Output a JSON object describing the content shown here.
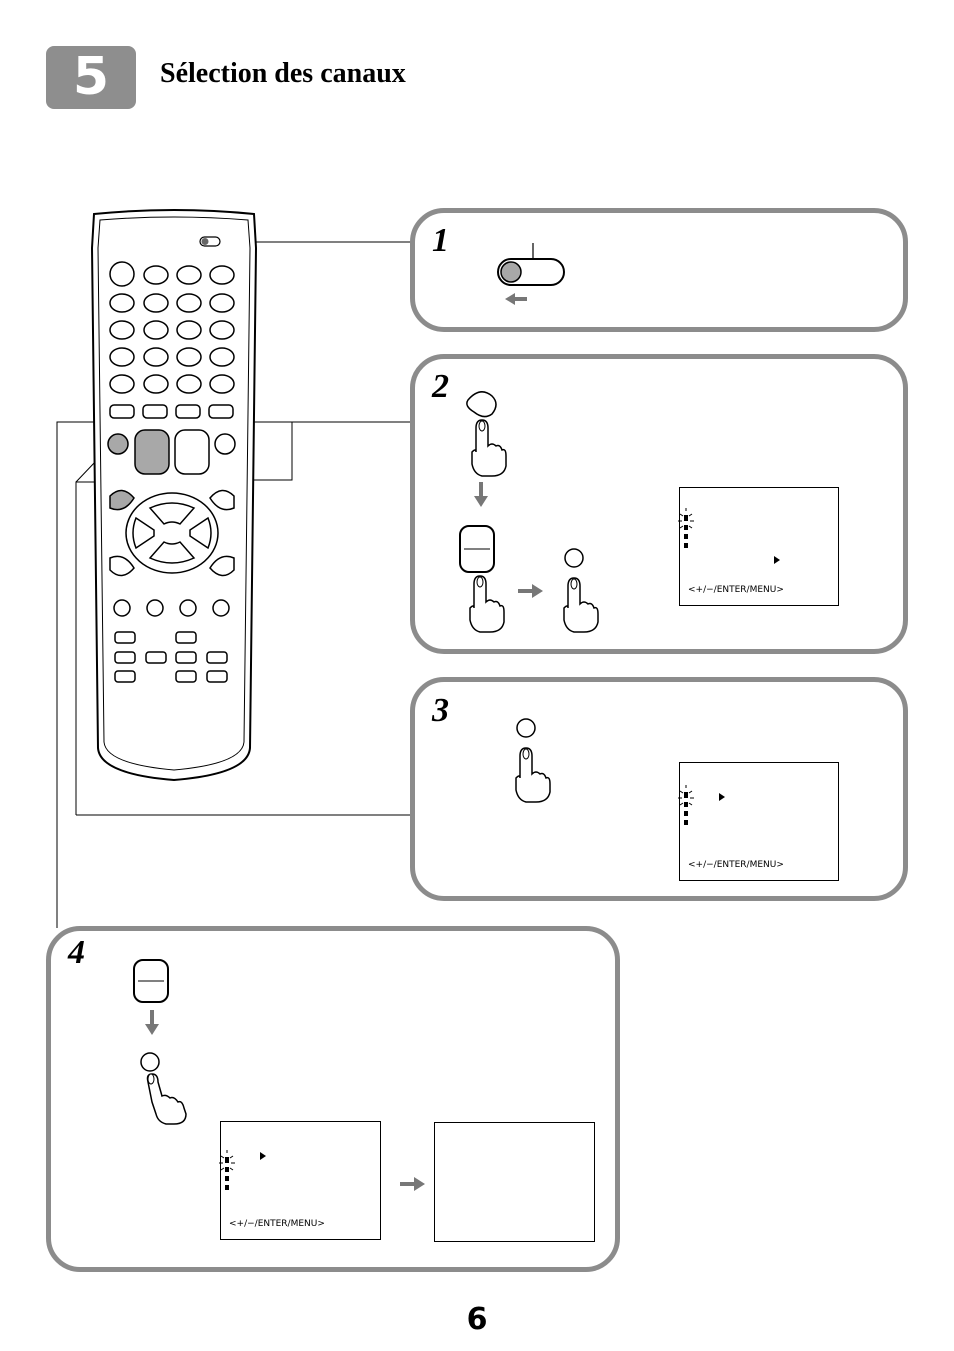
{
  "section": {
    "number": "5",
    "title": "Sélection des canaux"
  },
  "steps": [
    {
      "number": "1"
    },
    {
      "number": "2",
      "screen_hint": "<+/−/ENTER/MENU>"
    },
    {
      "number": "3",
      "screen_hint": "<+/−/ENTER/MENU>"
    },
    {
      "number": "4",
      "screen_hint": "<+/−/ENTER/MENU>"
    }
  ],
  "page": {
    "number": "6"
  },
  "colors": {
    "panel_border": "#8c8c8c",
    "badge": "#8e8e8e",
    "button_gray": "#a8a8a8"
  }
}
